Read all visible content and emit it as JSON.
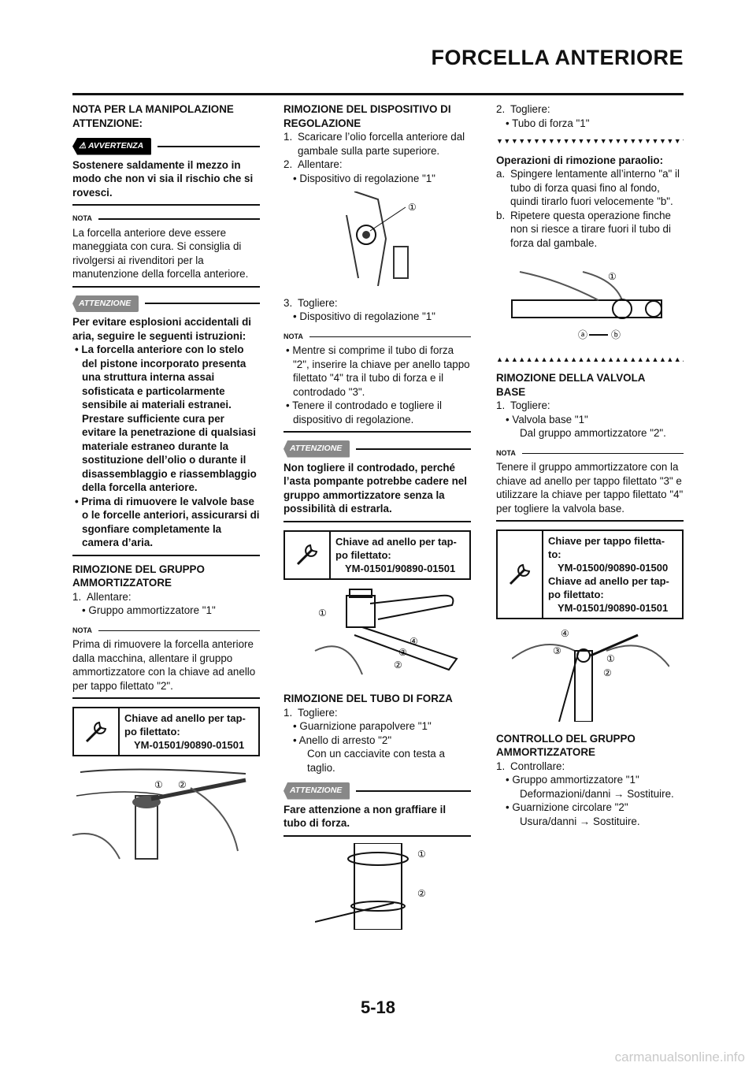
{
  "header": {
    "title": "FORCELLA ANTERIORE"
  },
  "col1": {
    "heading1": "NOTA PER LA MANIPOLAZIONE",
    "heading2": "ATTENZIONE:",
    "warn_badge": "AVVERTENZA",
    "warn_text": "Sostenere saldamente il mezzo in modo che non vi sia il rischio che si rovesci.",
    "nota_label": "NOTA",
    "nota_text": "La forcella anteriore deve essere maneggiata con cura. Si consiglia di rivolgersi ai rivenditori per la manutenzione della forcella anteriore.",
    "att_badge": "ATTENZIONE",
    "att_text": "Per evitare esplosioni accidentali di aria, seguire le seguenti istruzioni:",
    "att_b1": "La forcella anteriore con lo stelo del pistone incorporato presenta una struttura interna assai sofisticata e particolarmente sensibile ai materiali estranei. Prestare sufficiente cura per evitare la penetrazione di qualsiasi materiale estraneo durante la sostituzione dell’olio o durante il disassemblaggio e riassemblaggio della forcella anteriore.",
    "att_b2": "Prima di rimuovere le valvole base o le forcelle anteriori, assicurarsi di sgonfiare completamente la camera d’aria.",
    "sec_title1": "RIMOZIONE DEL GRUPPO",
    "sec_title2": "AMMORTIZZATORE",
    "step1_num": "1.",
    "step1": "Allentare:",
    "step1_b": "Gruppo ammortizzatore \"1\"",
    "nota2_label": "NOTA",
    "nota2_text": "Prima di rimuovere la forcella anteriore dalla macchina, allentare il gruppo ammortizzatore con la chiave ad anello per tappo filettato \"2\".",
    "tool_l1": "Chiave ad anello per tap-",
    "tool_l2": "po filettato:",
    "tool_l3": "YM-01501/90890-01501"
  },
  "col2": {
    "title1": "RIMOZIONE DEL DISPOSITIVO DI",
    "title2": "REGOLAZIONE",
    "s1n": "1.",
    "s1": "Scaricare l’olio forcella anteriore dal gambale sulla parte superiore.",
    "s2n": "2.",
    "s2": "Allentare:",
    "s2b": "Dispositivo di regolazione \"1\"",
    "s3n": "3.",
    "s3": "Togliere:",
    "s3b": "Dispositivo di regolazione \"1\"",
    "nota_label": "NOTA",
    "n_b1": "Mentre si comprime il tubo di forza \"2\", inserire la chiave per anello tappo filettato \"4\" tra il tubo di forza e il controdado \"3\".",
    "n_b2": "Tenere il controdado e togliere il dispositivo di regolazione.",
    "att_badge": "ATTENZIONE",
    "att_text": "Non togliere il controdado, perché l’asta pompante potrebbe cadere nel gruppo ammortizzatore senza la possibilità di estrarla.",
    "tool_l1": "Chiave ad anello per tap-",
    "tool_l2": "po filettato:",
    "tool_l3": "YM-01501/90890-01501",
    "title3": "RIMOZIONE DEL TUBO DI FORZA",
    "t1n": "1.",
    "t1": "Togliere:",
    "t1b1": "Guarnizione parapolvere \"1\"",
    "t1b2": "Anello di arresto \"2\"",
    "t1b2s": "Con un cacciavite con testa a taglio.",
    "att2_badge": "ATTENZIONE",
    "att2_text": "Fare attenzione a non graffiare il tubo di forza."
  },
  "col3": {
    "s2n": "2.",
    "s2": "Togliere:",
    "s2b": "Tubo di forza \"1\"",
    "tri_down": "▼▼▼▼▼▼▼▼▼▼▼▼▼▼▼▼▼▼▼▼▼▼▼▼▼▼▼▼▼▼",
    "op_title": "Operazioni di rimozione paraolio:",
    "a_n": "a.",
    "a": "Spingere lentamente all’interno \"a\" il tubo di forza quasi fino al fondo, quindi tirarlo fuori velocemente \"b\".",
    "b_n": "b.",
    "b": "Ripetere questa operazione finche non si riesce a tirare fuori il tubo di forza dal gambale.",
    "tri_up": "▲▲▲▲▲▲▲▲▲▲▲▲▲▲▲▲▲▲▲▲▲▲▲▲▲▲▲▲▲▲",
    "title1": "RIMOZIONE DELLA VALVOLA",
    "title2": "BASE",
    "v1n": "1.",
    "v1": "Togliere:",
    "v1b": "Valvola base \"1\"",
    "v1s": "Dal gruppo ammortizzatore \"2\".",
    "nota_label": "NOTA",
    "nota_text": "Tenere il gruppo ammortizzatore con la chiave ad anello per tappo filettato \"3\" e utilizzare la chiave per tappo filettato \"4\" per togliere la valvola base.",
    "tool_l1": "Chiave per tappo filetta-",
    "tool_l2": "to:",
    "tool_l3": "YM-01500/90890-01500",
    "tool_l4": "Chiave ad anello per tap-",
    "tool_l5": "po filettato:",
    "tool_l6": "YM-01501/90890-01501",
    "title3": "CONTROLLO DEL GRUPPO",
    "title4": "AMMORTIZZATORE",
    "c1n": "1.",
    "c1": "Controllare:",
    "c1b1": "Gruppo ammortizzatore \"1\"",
    "c1b1s": "Deformazioni/danni → Sostituire.",
    "c1b2": "Guarnizione circolare \"2\"",
    "c1b2s": "Usura/danni → Sostituire."
  },
  "figure_labels": {
    "n1": "①",
    "n2": "②",
    "n3": "③",
    "n4": "④",
    "a": "ⓐ",
    "b": "ⓑ"
  },
  "page_number": "5-18",
  "watermark": "carmanualsonline.info"
}
